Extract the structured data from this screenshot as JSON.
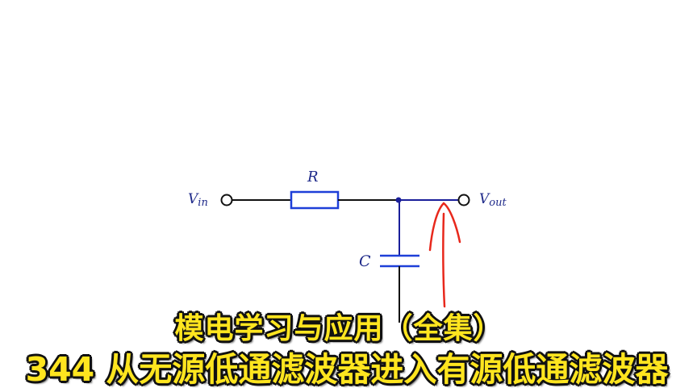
{
  "circuit": {
    "name": "RC low-pass filter",
    "labels": {
      "vin_main": "V",
      "vin_sub": "in",
      "vout_main": "V",
      "vout_sub": "out",
      "resistor": "R",
      "capacitor": "C"
    },
    "colors": {
      "wire_black": "#111111",
      "wire_blue": "#1a1f9a",
      "component_blue": "#1e3fd8",
      "label_blue": "#1f2a8a",
      "annotation_red": "#e8281c"
    },
    "annotation": "red-arrow-pointing-to-output-node"
  },
  "caption": {
    "line1": "模电学习与应用（全集）",
    "line2": "344 从无源低通滤波器进入有源低通滤波器",
    "fill_color": "#ffe51f",
    "stroke_color": "#111111"
  }
}
